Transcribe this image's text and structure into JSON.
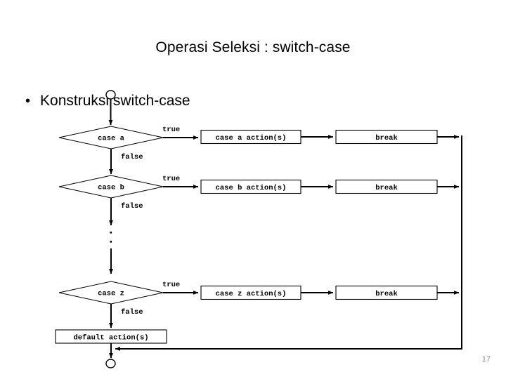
{
  "slide": {
    "title": "Operasi Seleksi : switch-case",
    "bullet_marker": "•",
    "bullet_text": "Konstruksi switch-case",
    "page_number": "17",
    "background_color": "#ffffff",
    "text_color": "#000000",
    "page_number_color": "#8c8c8c"
  },
  "diagram": {
    "type": "flowchart",
    "name": "switch-case-construction-flowchart",
    "start_node_label": "",
    "end_node_label": "",
    "branches": [
      {
        "condition": "case a",
        "true_label": "true",
        "false_label": "false",
        "action": "case a action(s)",
        "terminator": "break"
      },
      {
        "condition": "case b",
        "true_label": "true",
        "false_label": "false",
        "action": "case b action(s)",
        "terminator": "break"
      },
      {
        "condition": "case z",
        "true_label": "true",
        "false_label": "false",
        "action": "case z action(s)",
        "terminator": "break"
      }
    ],
    "ellipsis": "vertical-ellipsis",
    "default_action": "default action(s)"
  }
}
